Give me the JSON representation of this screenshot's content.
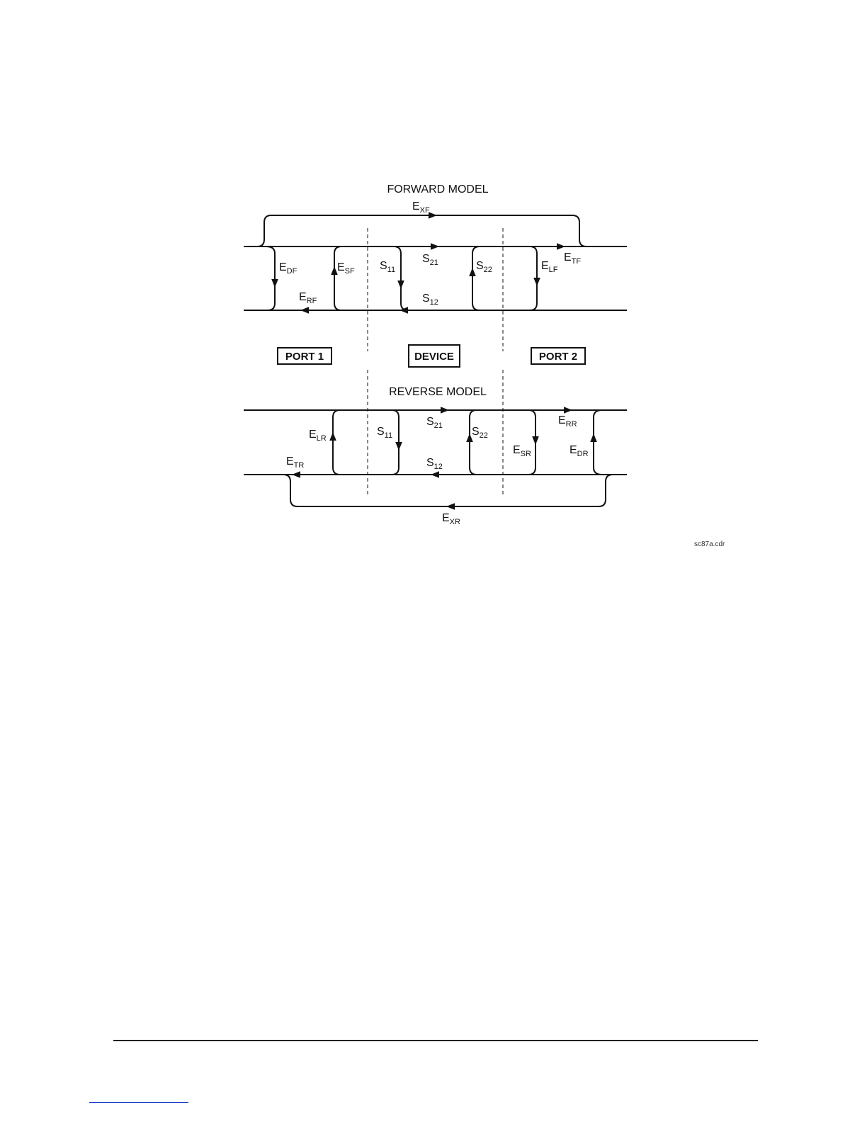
{
  "forward_model": {
    "title": "FORWARD MODEL",
    "labels": {
      "exf": {
        "main": "E",
        "sub": "XF"
      },
      "edf": {
        "main": "E",
        "sub": "DF"
      },
      "esf": {
        "main": "E",
        "sub": "SF"
      },
      "erf": {
        "main": "E",
        "sub": "RF"
      },
      "s11": {
        "main": "S",
        "sub": "11"
      },
      "s21": {
        "main": "S",
        "sub": "21"
      },
      "s12": {
        "main": "S",
        "sub": "12"
      },
      "s22": {
        "main": "S",
        "sub": "22"
      },
      "elf": {
        "main": "E",
        "sub": "LF"
      },
      "etf": {
        "main": "E",
        "sub": "TF"
      }
    }
  },
  "regions": {
    "port1": "PORT 1",
    "device": "DEVICE",
    "port2": "PORT 2"
  },
  "reverse_model": {
    "title": "REVERSE MODEL",
    "labels": {
      "elr": {
        "main": "E",
        "sub": "LR"
      },
      "etr": {
        "main": "E",
        "sub": "TR"
      },
      "s11": {
        "main": "S",
        "sub": "11"
      },
      "s21": {
        "main": "S",
        "sub": "21"
      },
      "s12": {
        "main": "S",
        "sub": "12"
      },
      "s22": {
        "main": "S",
        "sub": "22"
      },
      "esr": {
        "main": "E",
        "sub": "SR"
      },
      "err": {
        "main": "E",
        "sub": "RR"
      },
      "edr": {
        "main": "E",
        "sub": "DR"
      },
      "exr": {
        "main": "E",
        "sub": "XR"
      }
    }
  },
  "file_name": "sc87a.cdr"
}
